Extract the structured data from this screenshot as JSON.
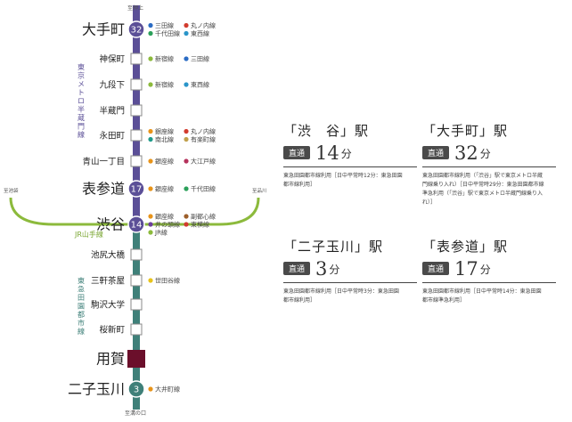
{
  "terminals": {
    "top": "至押上",
    "bottom": "至溝の口",
    "left": "至池袋",
    "right": "至品川"
  },
  "line_labels": {
    "hanzomon": "東京メトロ半蔵門線",
    "yamanote": "JR山手線",
    "denentoshi": "東急田園都市線"
  },
  "colors": {
    "hanzomon": "#5b4f97",
    "denentoshi": "#3f8079",
    "yamanote": "#8cba3c",
    "youga": "#6b0f2b"
  },
  "stations": [
    {
      "name": "大手町",
      "badge": "32",
      "big": true,
      "transfers": [
        {
          "n": "三田線",
          "c": "#2b6cc4"
        },
        {
          "n": "丸ノ内線",
          "c": "#d23b2e"
        },
        {
          "n": "千代田線",
          "c": "#2ba05a"
        },
        {
          "n": "東西線",
          "c": "#2a95c9"
        }
      ]
    },
    {
      "name": "神保町",
      "transfers": [
        {
          "n": "新宿線",
          "c": "#8cba3c"
        },
        {
          "n": "三田線",
          "c": "#2b6cc4"
        }
      ]
    },
    {
      "name": "九段下",
      "transfers": [
        {
          "n": "新宿線",
          "c": "#8cba3c"
        },
        {
          "n": "東西線",
          "c": "#2a95c9"
        }
      ]
    },
    {
      "name": "半蔵門",
      "transfers": []
    },
    {
      "name": "永田町",
      "transfers": [
        {
          "n": "銀座線",
          "c": "#e8941a"
        },
        {
          "n": "丸ノ内線",
          "c": "#d23b2e"
        },
        {
          "n": "南北線",
          "c": "#1f9b8a"
        },
        {
          "n": "有楽町線",
          "c": "#c1a14c"
        }
      ]
    },
    {
      "name": "青山一丁目",
      "transfers": [
        {
          "n": "銀座線",
          "c": "#e8941a"
        },
        {
          "n": "大江戸線",
          "c": "#b5325c"
        }
      ]
    },
    {
      "name": "表参道",
      "badge": "17",
      "big": true,
      "transfers": [
        {
          "n": "銀座線",
          "c": "#e8941a"
        },
        {
          "n": "千代田線",
          "c": "#2ba05a"
        }
      ]
    },
    {
      "name": "渋谷",
      "badge": "14",
      "big": true,
      "transfers": [
        {
          "n": "銀座線",
          "c": "#e8941a"
        },
        {
          "n": "副都心線",
          "c": "#9c5e2a"
        },
        {
          "n": "井の頭線",
          "c": "#6b3f9b"
        },
        {
          "n": "東横線",
          "c": "#d23b2e"
        },
        {
          "n": "JR線",
          "c": "#8cba3c"
        }
      ]
    },
    {
      "name": "池尻大橋",
      "transfers": []
    },
    {
      "name": "三軒茶屋",
      "transfers": [
        {
          "n": "世田谷線",
          "c": "#e8c31a"
        }
      ]
    },
    {
      "name": "駒沢大学",
      "transfers": []
    },
    {
      "name": "桜新町",
      "transfers": []
    },
    {
      "name": "用賀",
      "big": true,
      "youga": true,
      "transfers": []
    },
    {
      "name": "二子玉川",
      "badge": "3",
      "big": true,
      "transfers": [
        {
          "n": "大井町線",
          "c": "#e8941a"
        }
      ]
    }
  ],
  "panels": [
    {
      "title": "「渋　谷」駅",
      "badge": "直通",
      "minutes": "14",
      "unit": "分",
      "note": "東急田園都市線利用［日中平常時12分：東急田園\n都市線利用］"
    },
    {
      "title": "「大手町」駅",
      "badge": "直通",
      "minutes": "32",
      "unit": "分",
      "note": "東急田園都市線利用（「渋谷」駅で東京メトロ半蔵\n門線乗り入れ）［日中平常時29分：東急田園都市線\n準急利用（「渋谷」駅で東京メトロ半蔵門線乗り入\nれ）］"
    },
    {
      "title": "「二子玉川」駅",
      "badge": "直通",
      "minutes": "3",
      "unit": "分",
      "note": "東急田園都市線利用［日中平常時3分：東急田園\n都市線利用］"
    },
    {
      "title": "「表参道」駅",
      "badge": "直通",
      "minutes": "17",
      "unit": "分",
      "note": "東急田園都市線利用［日中平常時14分：東急田園\n都市線準急利用］"
    }
  ]
}
